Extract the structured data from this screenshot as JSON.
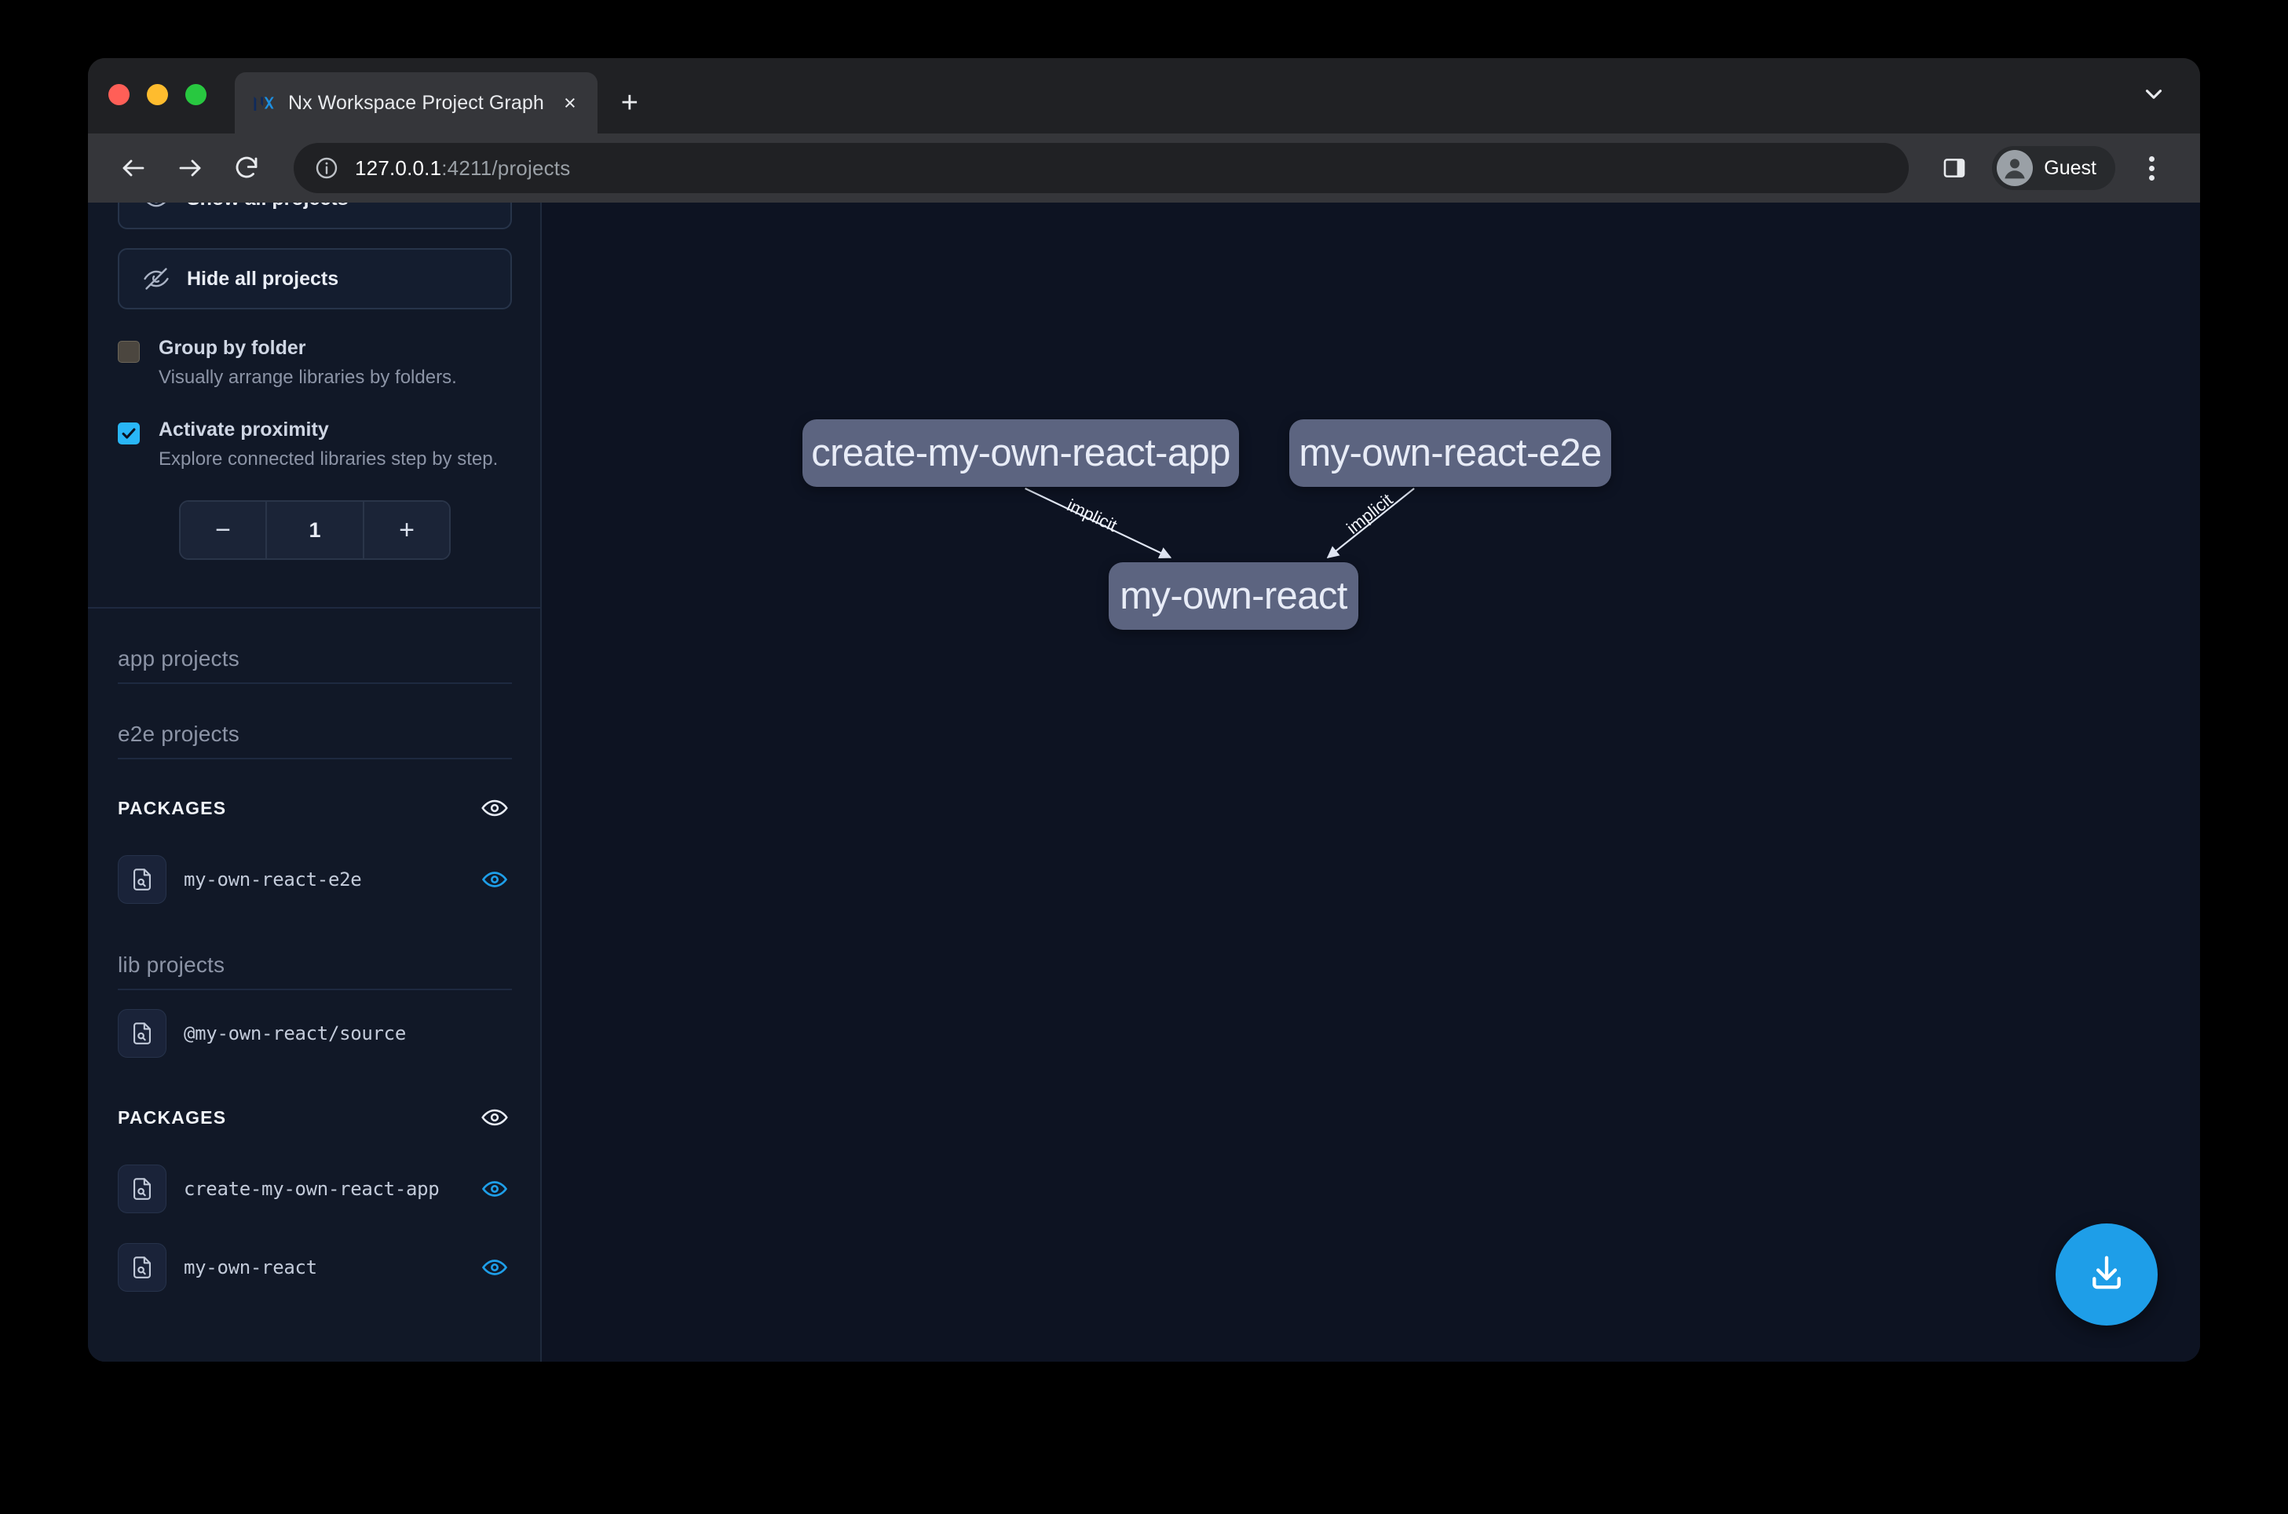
{
  "browser": {
    "tab": {
      "title": "Nx Workspace Project Graph",
      "favicon": "nx-logo-icon",
      "close": "×"
    },
    "new_tab_label": "+",
    "omnibox": {
      "host": "127.0.0.1",
      "path": ":4211/projects"
    },
    "profile": {
      "name": "Guest"
    }
  },
  "sidebar": {
    "show_all_button": {
      "label": "Show all projects",
      "icon": "eye-icon"
    },
    "hide_all_button": {
      "label": "Hide all projects",
      "icon": "eye-off-icon"
    },
    "options": [
      {
        "id": "group-by-folder",
        "title": "Group by folder",
        "description": "Visually arrange libraries by folders.",
        "checked": false
      },
      {
        "id": "activate-proximity",
        "title": "Activate proximity",
        "description": "Explore connected libraries step by step.",
        "checked": true
      }
    ],
    "stepper": {
      "decrement_label": "−",
      "value": "1",
      "increment_label": "+"
    },
    "sections": [
      {
        "heading": "app projects",
        "groups": []
      },
      {
        "heading": "e2e projects",
        "groups": [
          {
            "label": "PACKAGES",
            "eye_icon": "eye-icon",
            "items": [
              {
                "name": "my-own-react-e2e",
                "icon": "file-search-icon",
                "eye_icon": "eye-icon",
                "eye_active": true
              }
            ]
          }
        ]
      },
      {
        "heading": "lib projects",
        "groups": [
          {
            "label": "",
            "eye_icon": "",
            "items": [
              {
                "name": "@my-own-react/source",
                "icon": "file-search-icon",
                "eye_icon": "",
                "eye_active": false
              }
            ]
          },
          {
            "label": "PACKAGES",
            "eye_icon": "eye-icon",
            "items": [
              {
                "name": "create-my-own-react-app",
                "icon": "file-search-icon",
                "eye_icon": "eye-icon",
                "eye_active": true
              },
              {
                "name": "my-own-react",
                "icon": "file-search-icon",
                "eye_icon": "eye-icon",
                "eye_active": true
              }
            ]
          }
        ]
      }
    ]
  },
  "graph": {
    "nodes": [
      {
        "id": "create-my-own-react-app",
        "label": "create-my-own-react-app"
      },
      {
        "id": "my-own-react-e2e",
        "label": "my-own-react-e2e"
      },
      {
        "id": "my-own-react",
        "label": "my-own-react"
      }
    ],
    "edges": [
      {
        "from": "create-my-own-react-app",
        "to": "my-own-react",
        "label": "implicit"
      },
      {
        "from": "my-own-react-e2e",
        "to": "my-own-react",
        "label": "implicit"
      }
    ],
    "download_button": {
      "icon": "download-icon",
      "color": "#1e9ee8"
    }
  },
  "colors": {
    "accent": "#29b6f6",
    "node_fill": "#5c6480",
    "canvas_bg": "#0d1322",
    "sidebar_bg": "#111827"
  }
}
